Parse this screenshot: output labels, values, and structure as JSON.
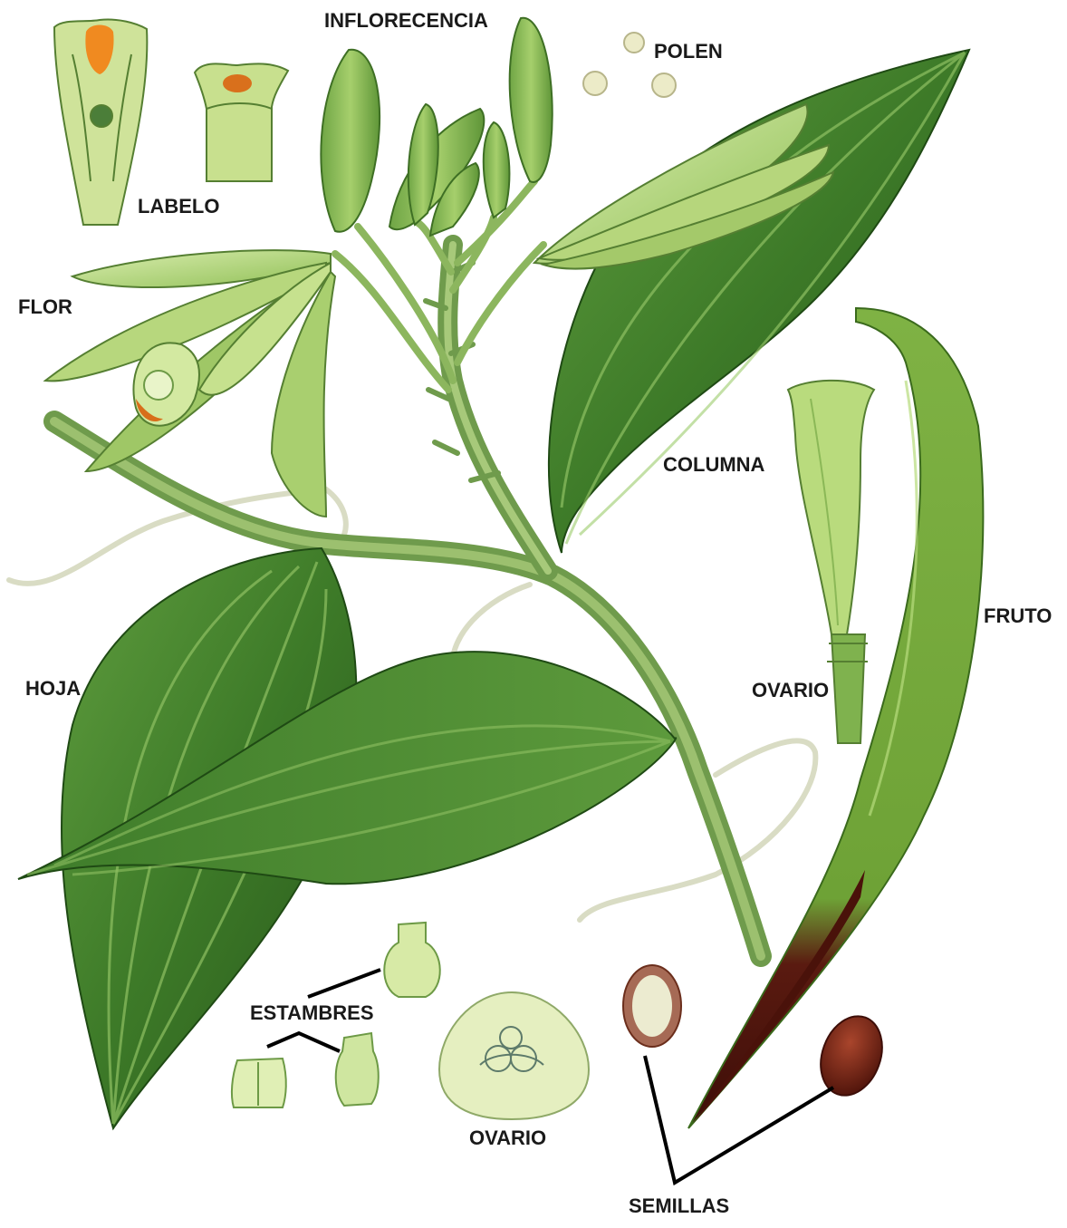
{
  "labels": {
    "inflorecencia": "INFLORECENCIA",
    "polen": "POLEN",
    "labelo": "LABELO",
    "flor": "FLOR",
    "columna": "COLUMNA",
    "fruto": "FRUTO",
    "hoja": "HOJA",
    "ovario_column": "OVARIO",
    "estambres": "ESTAMBRES",
    "ovario_section": "OVARIO",
    "semillas": "SEMILLAS"
  },
  "colors": {
    "leaf_dark": "#2f6b22",
    "leaf_mid": "#4f8f34",
    "leaf_light": "#a9cd6a",
    "flower": "#c5de8a",
    "stem": "#7faa5a",
    "pod_ripe": "#5a1a10",
    "seed": "#7a2a18",
    "anther": "#e07a18"
  }
}
